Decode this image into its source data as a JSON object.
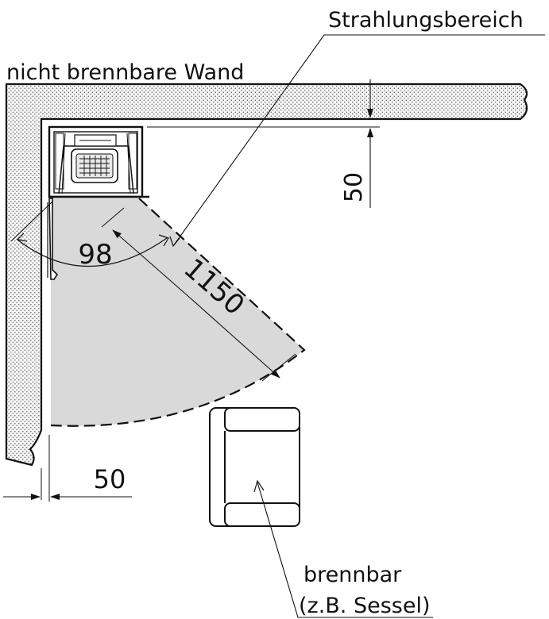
{
  "labels": {
    "radiation_area": "Strahlungsbereich",
    "wall": "nicht brennbare Wand",
    "combustible_line1": "brennbar",
    "combustible_line2": "(z.B. Sessel)"
  },
  "dimensions": {
    "angle": "98",
    "radius": "1150",
    "top_clearance": "50",
    "side_clearance": "50"
  },
  "colors": {
    "wall_fill": "#f4f4f4",
    "radiation_fill": "#d9d9d9",
    "line": "#111111"
  }
}
